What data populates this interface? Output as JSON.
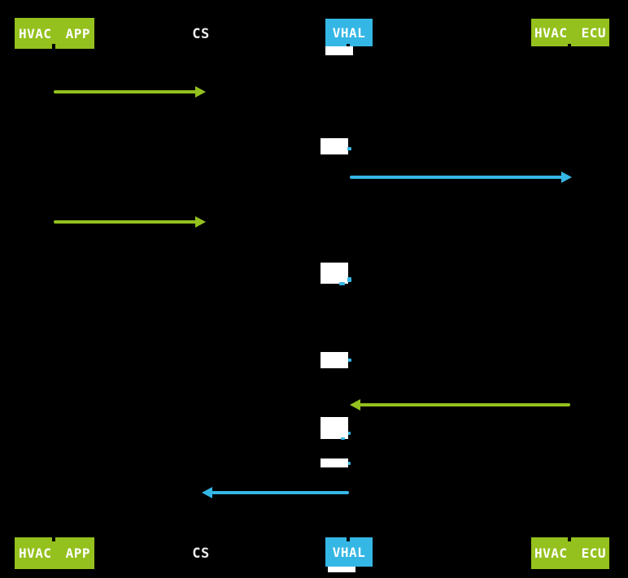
{
  "diagram": {
    "type": "sequence",
    "colors": {
      "background": "#000000",
      "green": "#94C11E",
      "blue": "#35B7E5",
      "box_text": "#FFFFFF",
      "activation": "#FFFFFF",
      "lifeline": "#000000"
    },
    "participants": [
      {
        "id": "hvac-app",
        "label": "HVAC APP",
        "style": "green"
      },
      {
        "id": "cs",
        "label": "CS",
        "style": "plain"
      },
      {
        "id": "vhal",
        "label": "VHAL",
        "style": "blue"
      },
      {
        "id": "hvac-ecu",
        "label": "HVAC ECU",
        "style": "green"
      }
    ],
    "messages": [
      {
        "from": "hvac-app",
        "to": "cs",
        "color": "green",
        "direction": "right"
      },
      {
        "from": "vhal",
        "to": "hvac-ecu",
        "color": "blue",
        "direction": "right"
      },
      {
        "from": "hvac-app",
        "to": "cs",
        "color": "green",
        "direction": "right"
      },
      {
        "from": "hvac-ecu",
        "to": "vhal",
        "color": "green",
        "direction": "left"
      },
      {
        "from": "vhal",
        "to": "cs",
        "color": "blue",
        "direction": "left"
      }
    ],
    "activations": {
      "count": 7,
      "on": "vhal"
    }
  }
}
